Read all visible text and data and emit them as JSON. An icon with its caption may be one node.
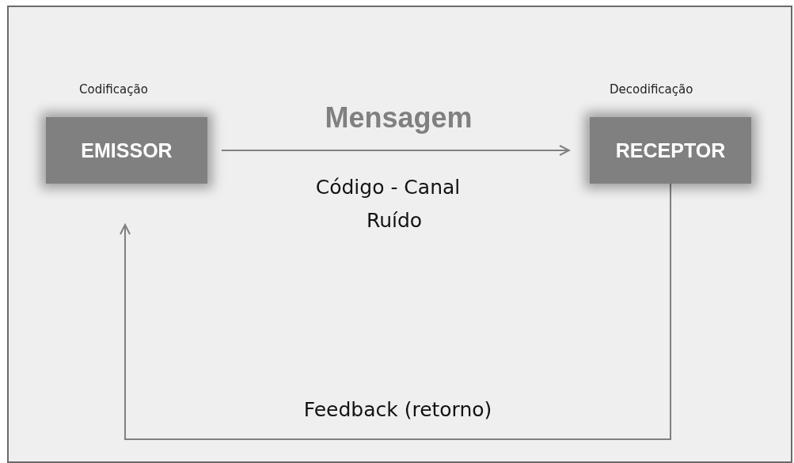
{
  "diagram": {
    "nodes": [
      {
        "text": [
          "EMISSOR"
        ],
        "beside": [
          "Codificação"
        ]
      },
      {
        "text": [
          "RECEPTOR"
        ],
        "beside": [
          "Decodificação"
        ]
      }
    ],
    "edges": [
      {
        "from": 0,
        "to": 1,
        "arrow": "to",
        "label": "Mensagem"
      },
      {
        "from": 1,
        "to": 0,
        "arrow": "to",
        "label": "Feedback (retorno)"
      }
    ],
    "labels": [
      "Código - Canal",
      "Ruído"
    ]
  }
}
